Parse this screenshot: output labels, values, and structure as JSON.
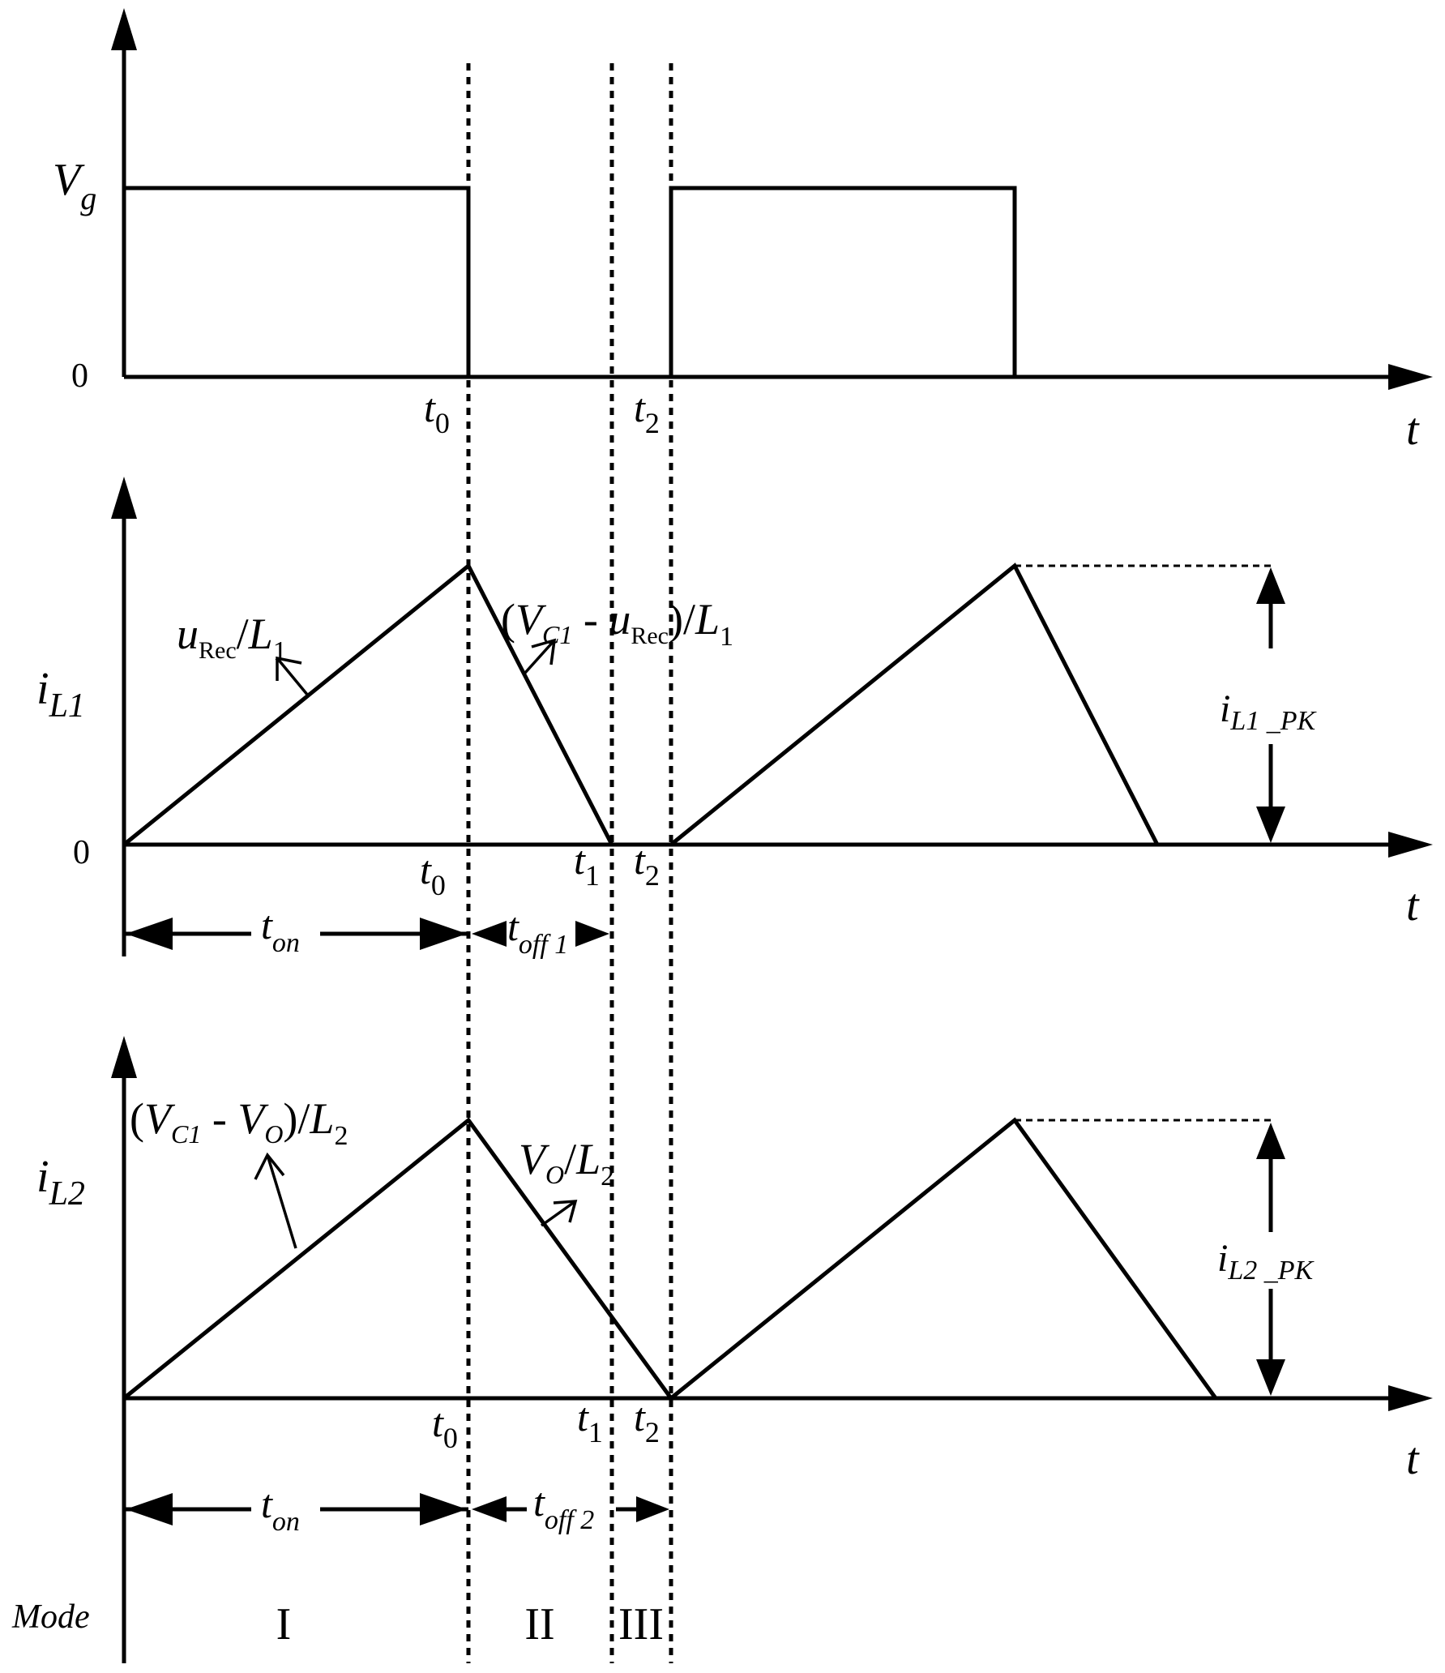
{
  "panel1": {
    "ylabel": "V",
    "ylabel_sub": "g",
    "zero": "0",
    "tick_t0": "t",
    "tick_t0_sub": "0",
    "tick_t2": "t",
    "tick_t2_sub": "2",
    "xlabel": "t"
  },
  "panel2": {
    "ylabel": "i",
    "ylabel_sub": "L1",
    "zero": "0",
    "tick_t0": "t",
    "tick_t0_sub": "0",
    "tick_t1": "t",
    "tick_t1_sub": "1",
    "tick_t2": "t",
    "tick_t2_sub": "2",
    "xlabel": "t",
    "slope_rise": {
      "a": "u",
      "a_sub": "Rec",
      "b": "/",
      "c": "L",
      "c_sub": "1"
    },
    "slope_fall": {
      "p1": "(",
      "a": "V",
      "a_sub": "C1",
      "op": " - ",
      "b": "u",
      "b_sub": "Rec",
      "p2": ")",
      "sl": "/",
      "c": "L",
      "c_sub": "1"
    },
    "t_on": "t",
    "t_on_sub": "on",
    "t_off": "t",
    "t_off_sub": "off 1",
    "peak": "i",
    "peak_sub": "L1 _PK"
  },
  "panel3": {
    "ylabel": "i",
    "ylabel_sub": "L2",
    "tick_t0": "t",
    "tick_t0_sub": "0",
    "tick_t1": "t",
    "tick_t1_sub": "1",
    "tick_t2": "t",
    "tick_t2_sub": "2",
    "xlabel": "t",
    "slope_rise": {
      "p1": "(",
      "a": "V",
      "a_sub": "C1",
      "op": " - ",
      "b": "V",
      "b_sub": "O",
      "p2": ")",
      "sl": "/",
      "c": "L",
      "c_sub": "2"
    },
    "slope_fall": {
      "a": "V",
      "a_sub": "O",
      "sl": "/",
      "c": "L",
      "c_sub": "2"
    },
    "t_on": "t",
    "t_on_sub": "on",
    "t_off": "t",
    "t_off_sub": "off 2",
    "peak": "i",
    "peak_sub": "L2 _PK"
  },
  "modes": {
    "label": "Mode",
    "m1": "I",
    "m2": "II",
    "m3": "III"
  }
}
